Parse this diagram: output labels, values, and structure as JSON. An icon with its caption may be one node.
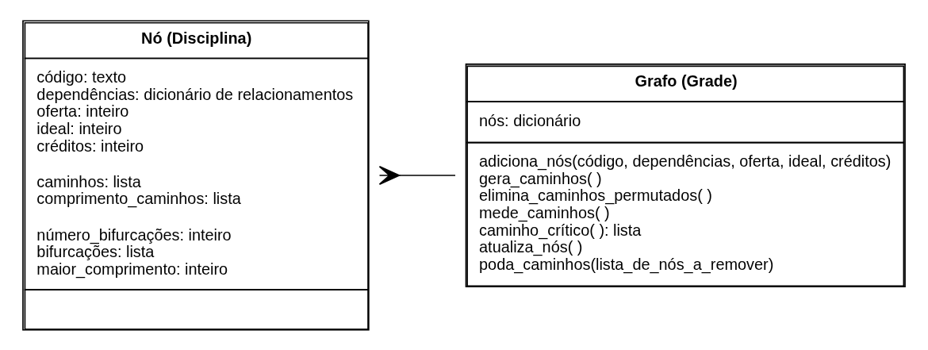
{
  "diagram": {
    "nodes": [
      {
        "text": [
          "Nó (Disciplina)",
          "código: texto",
          "dependências: dicionário de relacionamentos",
          "oferta: inteiro",
          "ideal: inteiro",
          "créditos: inteiro",
          "caminhos: lista",
          "comprimento_caminhos: lista",
          "número_bifurcações: inteiro",
          "bifurcações: lista",
          "maior_comprimento: inteiro"
        ]
      },
      {
        "text": [
          "Grafo (Grade)",
          "nós: dicionário",
          "adiciona_nós(código, dependências, oferta, ideal, créditos)",
          "gera_caminhos( )",
          "elimina_caminhos_permutados( )",
          "mede_caminhos( )",
          "caminho_crítico( ): lista",
          "atualiza_nós( )",
          "poda_caminhos(lista_de_nós_a_remover)"
        ]
      }
    ],
    "edges": [
      {
        "from": 0,
        "to": 1,
        "arrow": "other"
      }
    ]
  }
}
